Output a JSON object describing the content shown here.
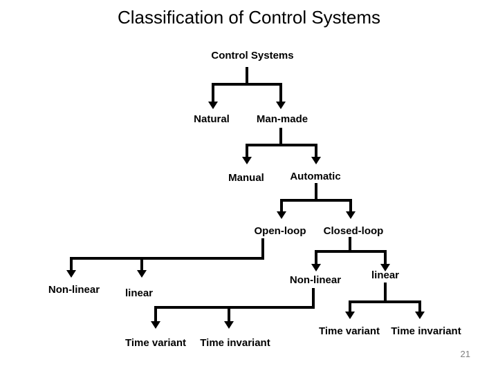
{
  "slide": {
    "title": "Classification of Control Systems",
    "page_number": "21"
  },
  "tree": {
    "root": "Control Systems",
    "natural": "Natural",
    "man_made": "Man-made",
    "manual": "Manual",
    "automatic": "Automatic",
    "open_loop": "Open-loop",
    "closed_loop": "Closed-loop",
    "open_non_linear": "Non-linear",
    "open_linear": "linear",
    "closed_non_linear": "Non-linear",
    "closed_linear": "linear",
    "open_time_variant": "Time variant",
    "open_time_invariant": "Time invariant",
    "closed_time_variant": "Time variant",
    "closed_time_invariant": "Time invariant"
  },
  "edges": [
    {
      "from": "Control Systems",
      "to": [
        "Natural",
        "Man-made"
      ]
    },
    {
      "from": "Man-made",
      "to": [
        "Manual",
        "Automatic"
      ]
    },
    {
      "from": "Automatic",
      "to": [
        "Open-loop",
        "Closed-loop"
      ]
    },
    {
      "from": "Open-loop",
      "to": [
        "Non-linear",
        "linear"
      ]
    },
    {
      "from": "Closed-loop",
      "to": [
        "Non-linear",
        "linear"
      ]
    },
    {
      "from": "Non-linear (under Closed-loop, elbow connector)",
      "to": [
        "Time variant",
        "Time invariant"
      ]
    },
    {
      "from": "linear (under Closed-loop)",
      "to": [
        "Time variant",
        "Time invariant"
      ]
    }
  ],
  "colors": {
    "background": "#ffffff",
    "line": "#000000",
    "text": "#000000",
    "page_number": "#808080"
  }
}
